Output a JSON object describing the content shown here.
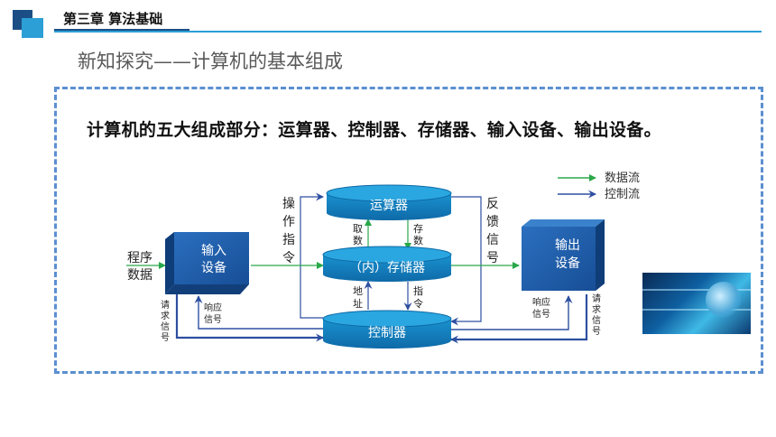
{
  "header": {
    "title": "第三章 算法基础"
  },
  "subtitle": "新知探究——计算机的基本组成",
  "statement": "计算机的五大组成部分：运算器、控制器、存储器、输入设备、输出设备。",
  "legend": {
    "data_flow": "数据流",
    "control_flow": "控制流"
  },
  "nodes": {
    "alu": "运算器",
    "memory": "（内）存储器",
    "controller": "控制器",
    "input": [
      "输入",
      "设备"
    ],
    "output": [
      "输出",
      "设备"
    ]
  },
  "labels": {
    "program_data": [
      "程序",
      "数据"
    ],
    "operation_command": [
      "操",
      "作",
      "指",
      "令"
    ],
    "feedback_signal": [
      "反",
      "馈",
      "信",
      "号"
    ],
    "fetch_data": [
      "取",
      "数"
    ],
    "store_data": [
      "存",
      "数"
    ],
    "address": [
      "地",
      "址"
    ],
    "instruction": [
      "指",
      "令"
    ],
    "request_left": [
      "请",
      "求",
      "信",
      "号"
    ],
    "response_left": [
      "响应",
      "信号"
    ],
    "response_right": [
      "响应",
      "信号"
    ],
    "request_right": [
      "请",
      "求",
      "信",
      "号"
    ]
  },
  "colors": {
    "data_flow": "#2aa84a",
    "control_flow": "#2e4fa0",
    "cylinder": "#1689c8",
    "box": "#1f5ea8",
    "frame": "#5b8fd0"
  },
  "image": {
    "description_icon": "tech-orb-image"
  }
}
